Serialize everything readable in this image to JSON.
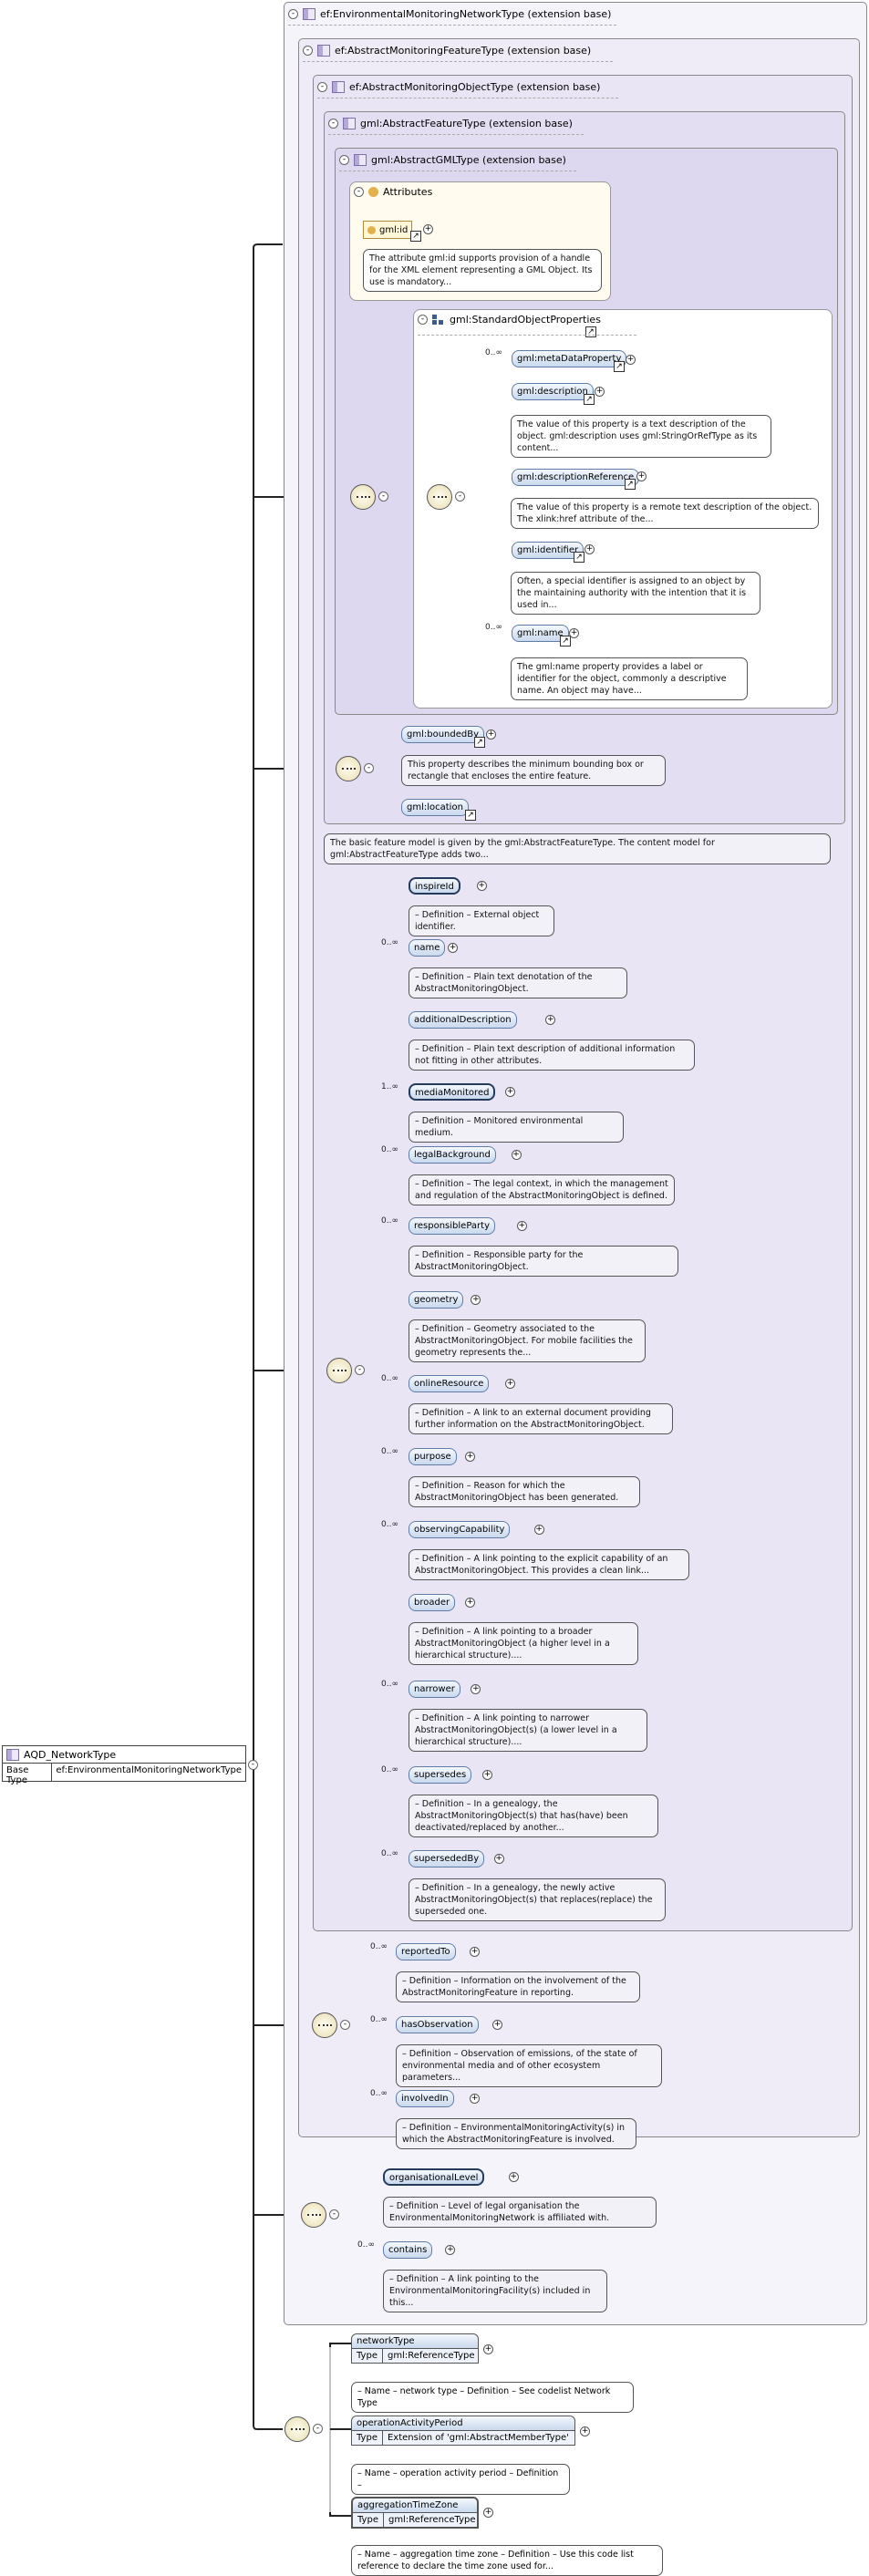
{
  "root": {
    "name": "AQD_NetworkType",
    "base_label": "Base Type",
    "base_value": "ef:EnvironmentalMonitoringNetworkType"
  },
  "ext": {
    "e1": "ef:EnvironmentalMonitoringNetworkType (extension base)",
    "e2": "ef:AbstractMonitoringFeatureType (extension base)",
    "e3": "ef:AbstractMonitoringObjectType (extension base)",
    "e4": "gml:AbstractFeatureType (extension base)",
    "e5": "gml:AbstractGMLType (extension base)"
  },
  "attributes": {
    "title": "Attributes",
    "gml_id": "gml:id",
    "gml_id_ann": "The attribute gml:id supports provision of a handle for the XML element representing a GML Object. Its use is mandatory..."
  },
  "sop": {
    "title": "gml:StandardObjectProperties"
  },
  "gml_props": [
    {
      "name": "gml:metaDataProperty",
      "card": "0..∞",
      "ann": ""
    },
    {
      "name": "gml:description",
      "card": "",
      "ann": "The value of this property is a text description of the object. gml:description uses gml:StringOrRefType as its content..."
    },
    {
      "name": "gml:descriptionReference",
      "card": "",
      "ann": "The value of this property is a remote text description of the object. The xlink:href attribute of the..."
    },
    {
      "name": "gml:identifier",
      "card": "",
      "ann": "Often, a special identifier is assigned to an object by the maintaining authority with the intention that it is used in..."
    },
    {
      "name": "gml:name",
      "card": "0..∞",
      "ann": "The gml:name property provides a label or identifier for the object, commonly a descriptive name. An object may have..."
    }
  ],
  "feature": {
    "boundedBy": "gml:boundedBy",
    "boundedBy_ann": "This property describes the minimum bounding box or rectangle that encloses the entire feature.",
    "location": "gml:location",
    "ann": "The basic feature model is given by the gml:AbstractFeatureType. The content model for gml:AbstractFeatureType adds two..."
  },
  "mon_obj": [
    {
      "name": "inspireId",
      "card": "",
      "ann": "– Definition – External object identifier."
    },
    {
      "name": "name",
      "card": "0..∞",
      "ann": "– Definition – Plain text denotation of the AbstractMonitoringObject."
    },
    {
      "name": "additionalDescription",
      "card": "",
      "ann": "– Definition – Plain text description of additional information not fitting in other attributes."
    },
    {
      "name": "mediaMonitored",
      "card": "1..∞",
      "ann": "– Definition – Monitored environmental medium."
    },
    {
      "name": "legalBackground",
      "card": "0..∞",
      "ann": "– Definition – The legal context, in which the management and regulation of the AbstractMonitoringObject is defined."
    },
    {
      "name": "responsibleParty",
      "card": "0..∞",
      "ann": "– Definition – Responsible party for the AbstractMonitoringObject."
    },
    {
      "name": "geometry",
      "card": "",
      "ann": "– Definition – Geometry associated to the AbstractMonitoringObject. For mobile facilities the geometry represents the..."
    },
    {
      "name": "onlineResource",
      "card": "0..∞",
      "ann": "– Definition – A link to an external document providing further information on the AbstractMonitoringObject."
    },
    {
      "name": "purpose",
      "card": "0..∞",
      "ann": "– Definition – Reason for which the AbstractMonitoringObject has been generated."
    },
    {
      "name": "observingCapability",
      "card": "0..∞",
      "ann": "– Definition – A link pointing to the explicit capability of an AbstractMonitoringObject. This provides a clean link..."
    },
    {
      "name": "broader",
      "card": "",
      "ann": "– Definition – A link pointing to a broader AbstractMonitoringObject (a higher level in a hierarchical structure)...."
    },
    {
      "name": "narrower",
      "card": "0..∞",
      "ann": "– Definition – A link pointing to narrower AbstractMonitoringObject(s) (a lower level in a hierarchical structure)...."
    },
    {
      "name": "supersedes",
      "card": "0..∞",
      "ann": "– Definition – In a genealogy, the AbstractMonitoringObject(s) that has(have) been deactivated/replaced by another..."
    },
    {
      "name": "supersededBy",
      "card": "0..∞",
      "ann": "– Definition – In a genealogy, the newly active AbstractMonitoringObject(s) that replaces(replace) the superseded one."
    }
  ],
  "mon_feat": [
    {
      "name": "reportedTo",
      "card": "0..∞",
      "ann": "– Definition – Information on the involvement of the AbstractMonitoringFeature in reporting."
    },
    {
      "name": "hasObservation",
      "card": "0..∞",
      "ann": "– Definition – Observation of emissions, of the state of environmental media and of other ecosystem parameters..."
    },
    {
      "name": "involvedIn",
      "card": "0..∞",
      "ann": "– Definition – EnvironmentalMonitoringActivity(s) in which the AbstractMonitoringFeature is involved."
    }
  ],
  "network": [
    {
      "name": "organisationalLevel",
      "card": "",
      "ann": "– Definition – Level of legal organisation the EnvironmentalMonitoringNetwork is affiliated with."
    },
    {
      "name": "contains",
      "card": "0..∞",
      "ann": "– Definition – A link pointing to the EnvironmentalMonitoringFacility(s) included in this..."
    }
  ],
  "aqd": [
    {
      "name": "networkType",
      "type_label": "Type",
      "type": "gml:ReferenceType",
      "ann": "– Name – network type – Definition – See codelist Network Type"
    },
    {
      "name": "operationActivityPeriod",
      "type_label": "Type",
      "type": "Extension of 'gml:AbstractMemberType'",
      "ann": "– Name – operation activity period – Definition –"
    },
    {
      "name": "aggregationTimeZone",
      "type_label": "Type",
      "type": "gml:ReferenceType",
      "ann": "– Name – aggregation time zone – Definition – Use this code list reference to declare the time zone used for..."
    }
  ]
}
